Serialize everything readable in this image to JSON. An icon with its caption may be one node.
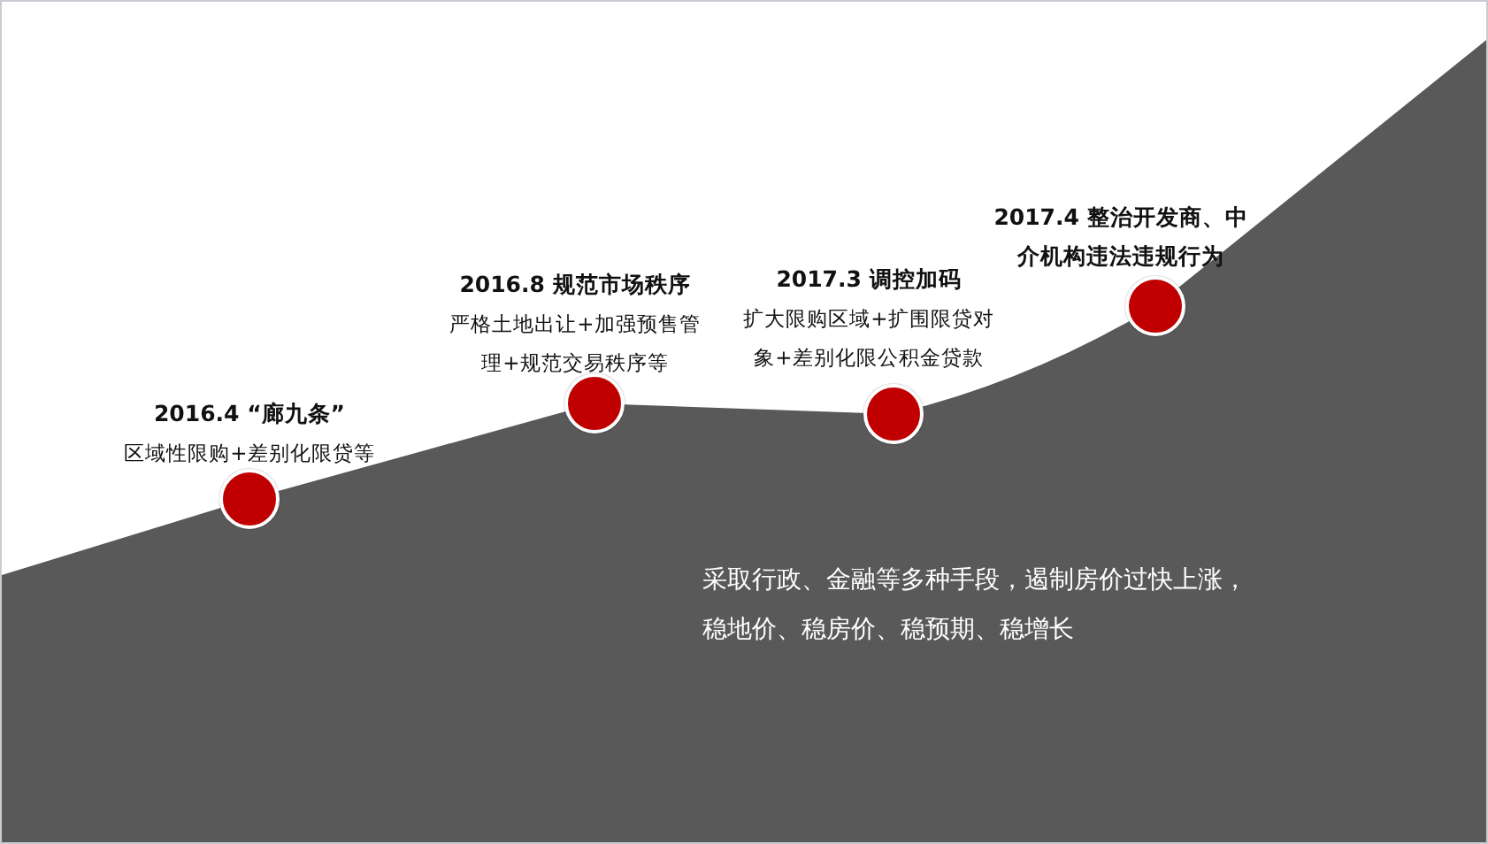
{
  "diagram": {
    "nodes": [
      {
        "text": [],
        "shape": "circle",
        "beside": [
          "2016.4 “廊九条”",
          "区域性限购+差别化限贷等"
        ]
      },
      {
        "text": [],
        "shape": "circle",
        "beside": [
          "2016.8 规范市场秩序",
          "严格土地出让+加强预售管理+规范交易秩序等"
        ]
      },
      {
        "text": [],
        "shape": "circle",
        "beside": [
          "2017.3 调控加码",
          "扩大限购区域+扩围限贷对象+差别化限公积金贷款"
        ]
      },
      {
        "text": [],
        "shape": "circle",
        "beside": [
          "2017.4 整治开发商、中介机构违法违规行为"
        ]
      }
    ],
    "labels": [
      "采取行政、金融等多种手段，遏制房价过快上涨，稳地价、稳房价、稳预期、稳增长"
    ]
  }
}
